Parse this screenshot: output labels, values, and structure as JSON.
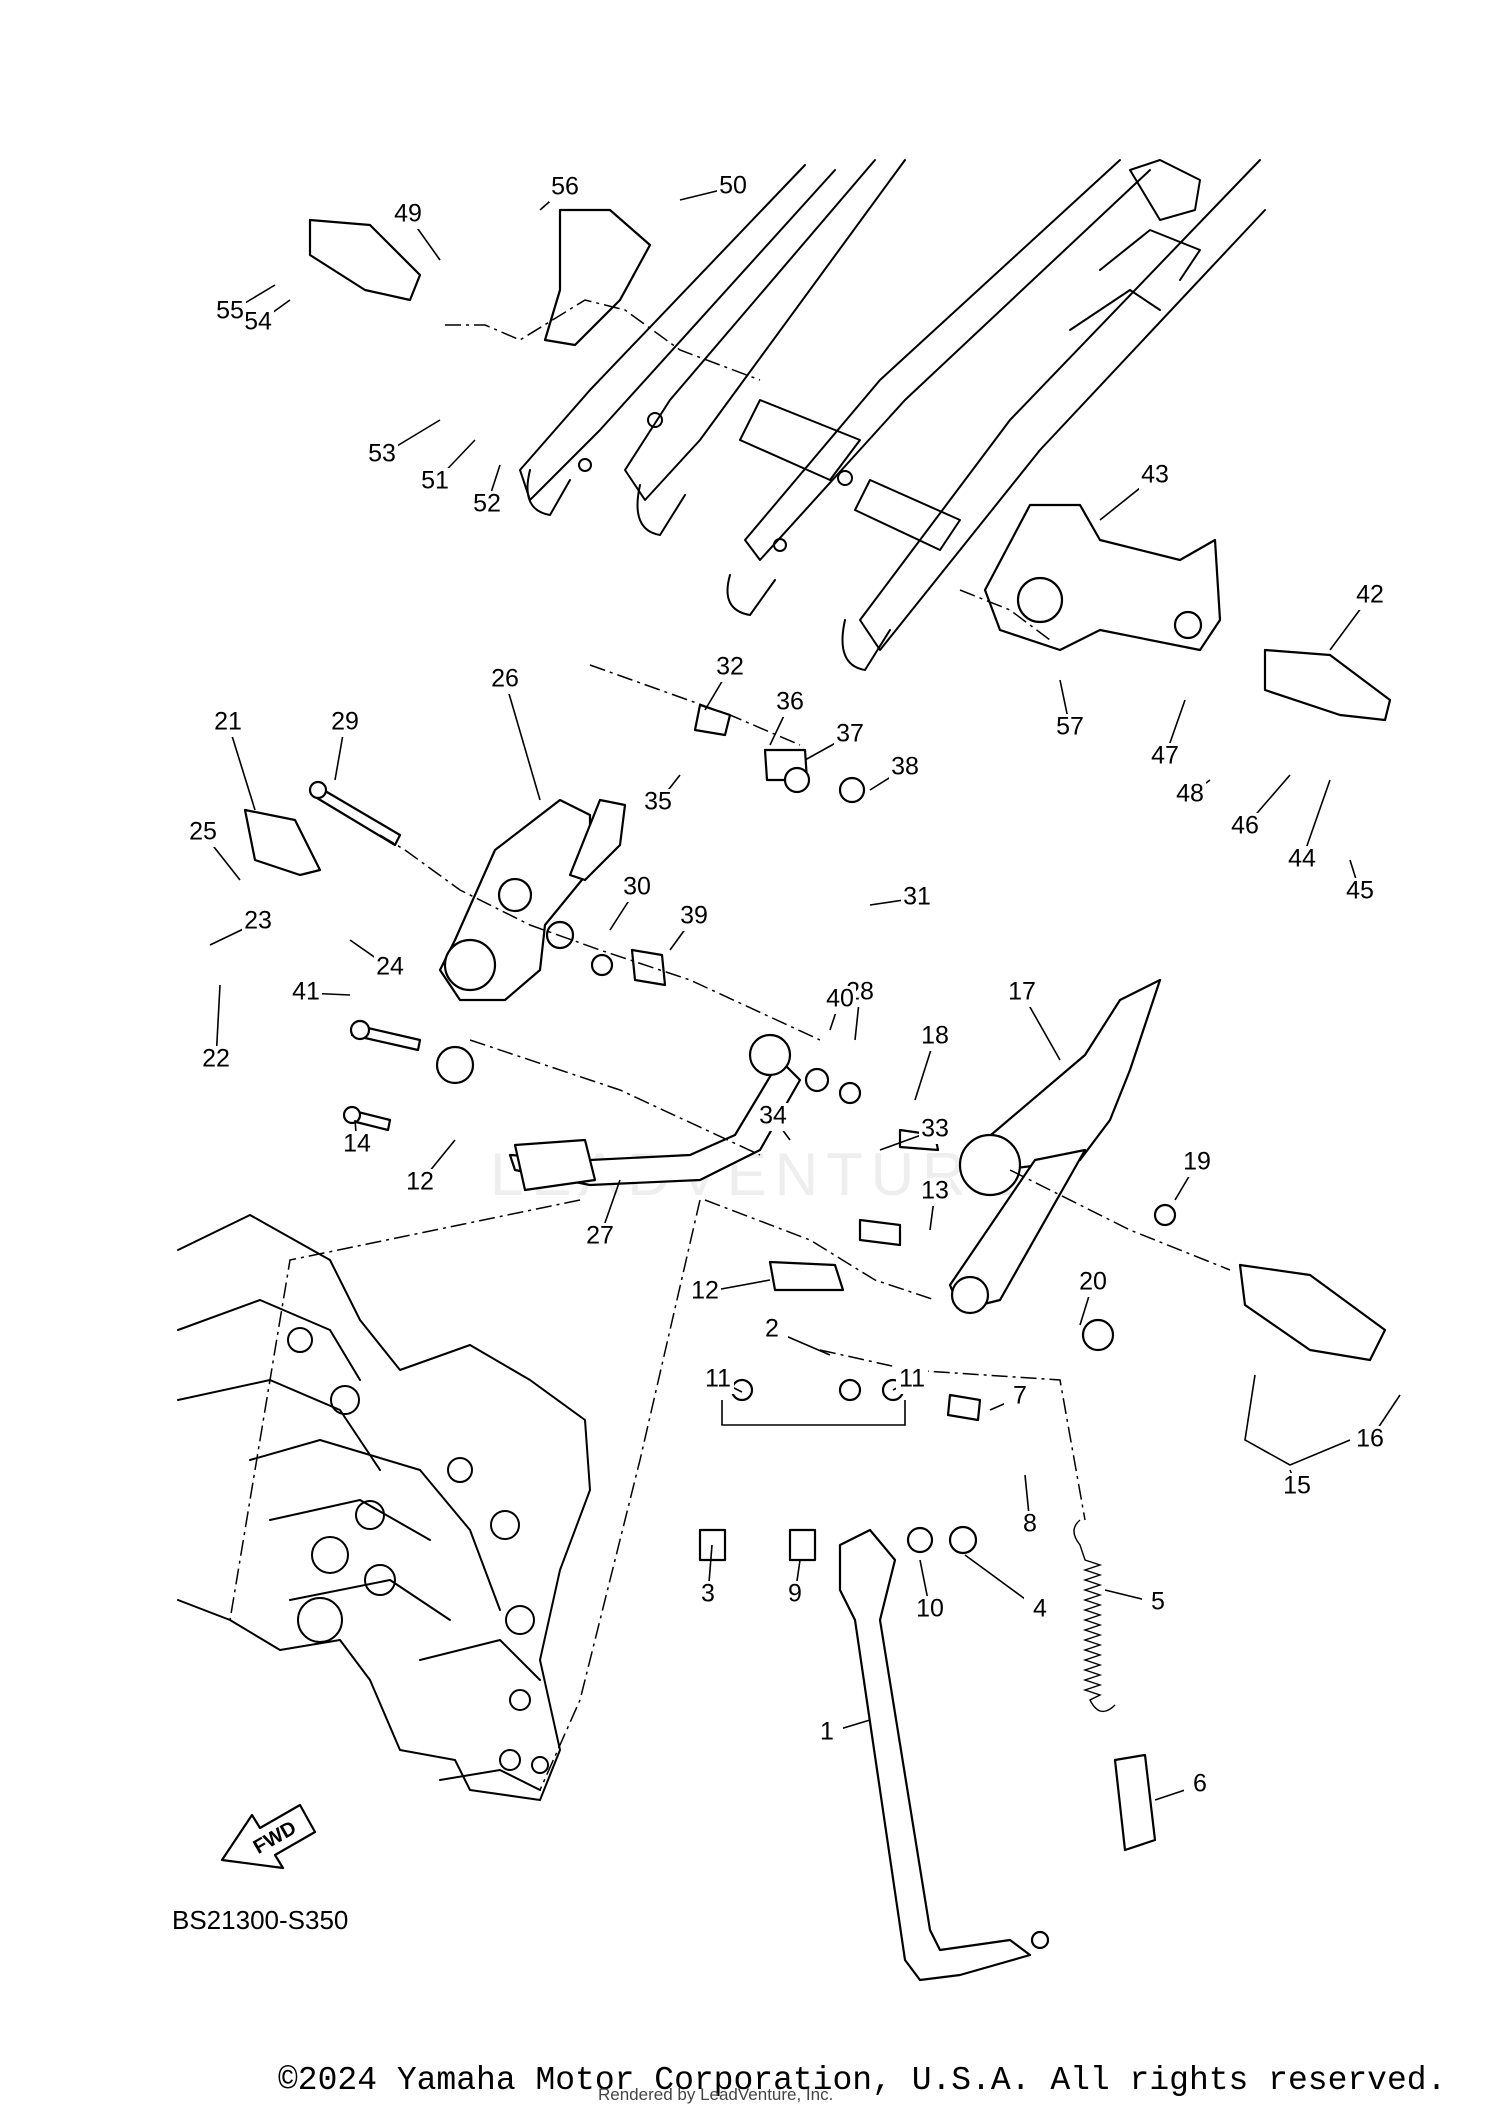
{
  "diagram": {
    "code": "BS21300-S350",
    "copyright": "©2024 Yamaha Motor Corporation, U.S.A. All rights reserved.",
    "rendered_by": "Rendered by LeadVenture, Inc.",
    "fwd_label": "FWD",
    "watermark": "LEADVENTURE",
    "callouts": [
      "1",
      "2",
      "3",
      "4",
      "5",
      "6",
      "7",
      "8",
      "9",
      "10",
      "11",
      "11",
      "12",
      "12",
      "13",
      "14",
      "15",
      "16",
      "17",
      "18",
      "19",
      "20",
      "21",
      "22",
      "23",
      "24",
      "25",
      "26",
      "27",
      "28",
      "29",
      "30",
      "31",
      "32",
      "33",
      "34",
      "35",
      "36",
      "37",
      "38",
      "39",
      "40",
      "41",
      "42",
      "43",
      "44",
      "45",
      "46",
      "47",
      "48",
      "49",
      "50",
      "51",
      "52",
      "53",
      "54",
      "55",
      "56",
      "57",
      "57"
    ]
  }
}
